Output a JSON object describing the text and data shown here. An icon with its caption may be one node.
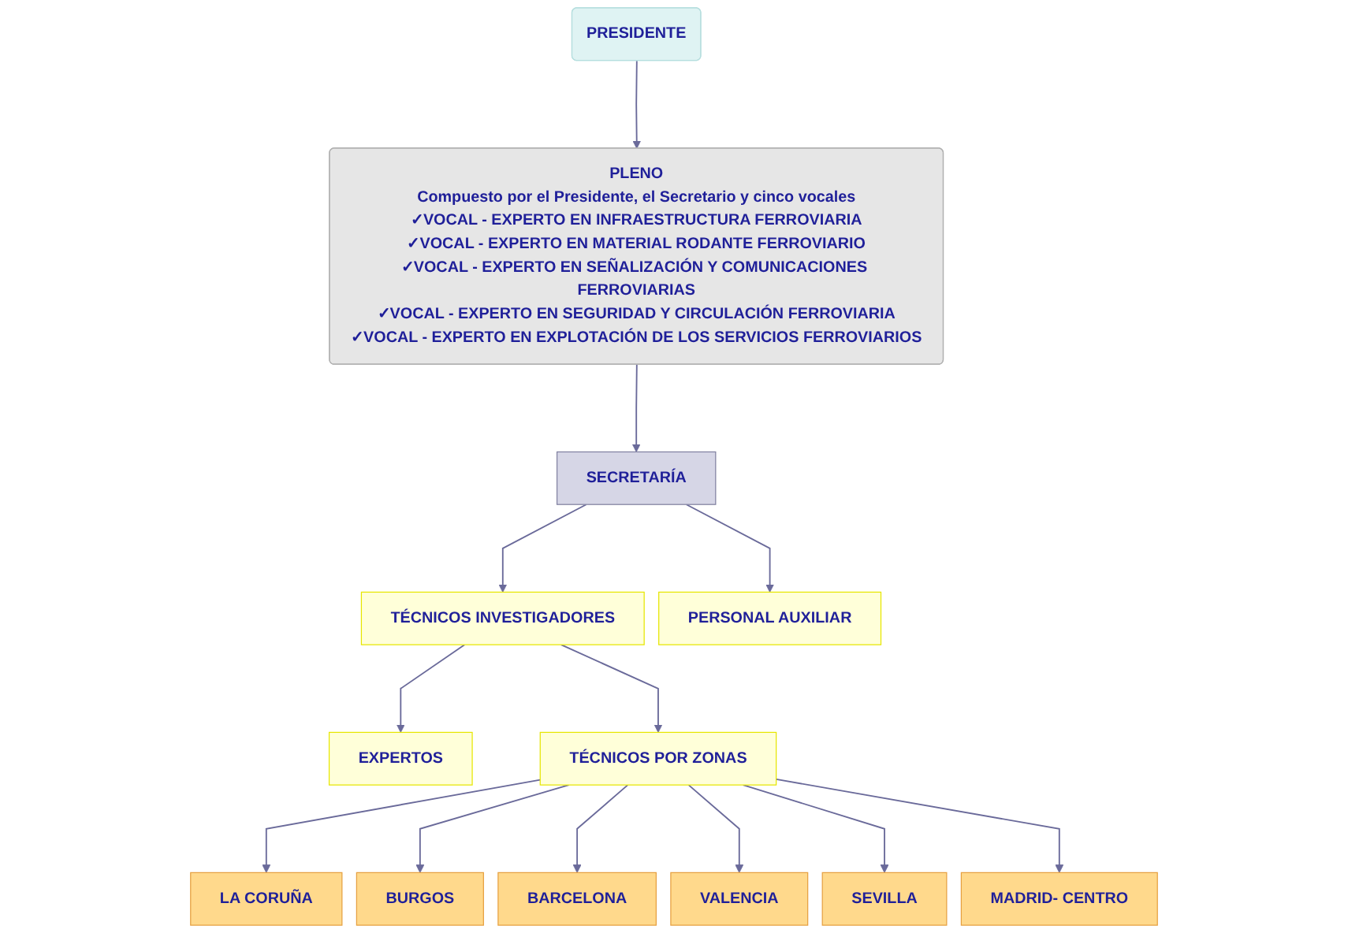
{
  "diagram": {
    "nodes": [
      {
        "text": [
          "PRESIDENTE"
        ]
      },
      {
        "text": [
          "PLENO",
          "Compuesto por el Presidente, el Secretario y cinco vocales",
          "✓VOCAL - EXPERTO EN INFRAESTRUCTURA FERROVIARIA",
          "✓VOCAL - EXPERTO EN MATERIAL RODANTE FERROVIARIO",
          "✓VOCAL - EXPERTO EN SEÑALIZACIÓN Y COMUNICACIONES FERROVIARIAS",
          "✓VOCAL - EXPERTO EN SEGURIDAD Y CIRCULACIÓN FERROVIARIA",
          "✓VOCAL - EXPERTO EN EXPLOTACIÓN DE LOS SERVICIOS FERROVIARIOS"
        ]
      },
      {
        "text": [
          "SECRETARÍA"
        ]
      },
      {
        "text": [
          "TÉCNICOS INVESTIGADORES"
        ]
      },
      {
        "text": [
          "PERSONAL AUXILIAR"
        ]
      },
      {
        "text": [
          "EXPERTOS"
        ]
      },
      {
        "text": [
          "TÉCNICOS POR ZONAS"
        ]
      },
      {
        "text": [
          "LA CORUÑA"
        ]
      },
      {
        "text": [
          "BURGOS"
        ]
      },
      {
        "text": [
          "BARCELONA"
        ]
      },
      {
        "text": [
          "VALENCIA"
        ]
      },
      {
        "text": [
          "SEVILLA"
        ]
      },
      {
        "text": [
          "MADRID- CENTRO"
        ]
      }
    ],
    "edges": [
      {
        "from": 0,
        "to": 1,
        "arrow": "to"
      },
      {
        "from": 1,
        "to": 2,
        "arrow": "to"
      },
      {
        "from": 2,
        "to": 3,
        "arrow": "to"
      },
      {
        "from": 2,
        "to": 4,
        "arrow": "to"
      },
      {
        "from": 3,
        "to": 5,
        "arrow": "to"
      },
      {
        "from": 3,
        "to": 6,
        "arrow": "to"
      },
      {
        "from": 6,
        "to": 7,
        "arrow": "to"
      },
      {
        "from": 6,
        "to": 8,
        "arrow": "to"
      },
      {
        "from": 6,
        "to": 9,
        "arrow": "to"
      },
      {
        "from": 6,
        "to": 10,
        "arrow": "to"
      },
      {
        "from": 6,
        "to": 11,
        "arrow": "to"
      },
      {
        "from": 6,
        "to": 12,
        "arrow": "to"
      }
    ]
  }
}
